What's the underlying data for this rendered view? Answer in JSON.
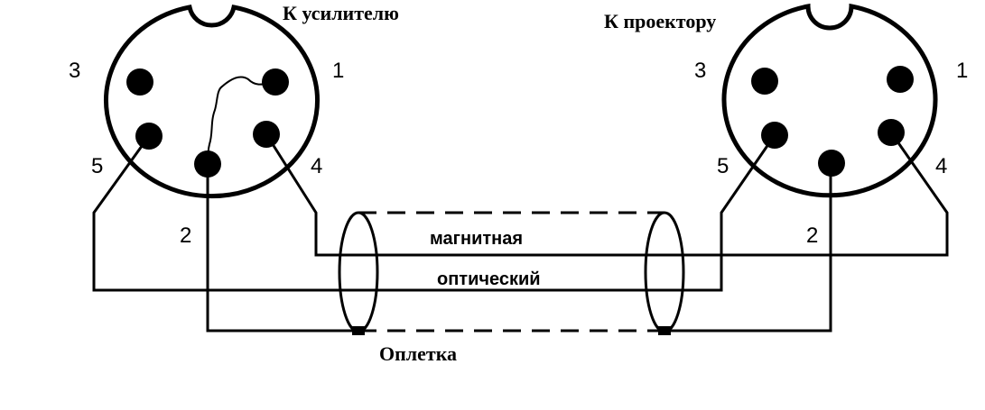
{
  "connectors": {
    "left": {
      "title": "К усилителю",
      "pins": {
        "p1": "1",
        "p2": "2",
        "p3": "3",
        "p4": "4",
        "p5": "5"
      }
    },
    "right": {
      "title": "К проектору",
      "pins": {
        "p1": "1",
        "p2": "2",
        "p3": "3",
        "p4": "4",
        "p5": "5"
      }
    }
  },
  "cable": {
    "wire_magnetic": "магнитная",
    "wire_optical": "оптический",
    "braid": "Оплетка"
  },
  "colors": {
    "ink": "#000000",
    "background": "#ffffff"
  }
}
